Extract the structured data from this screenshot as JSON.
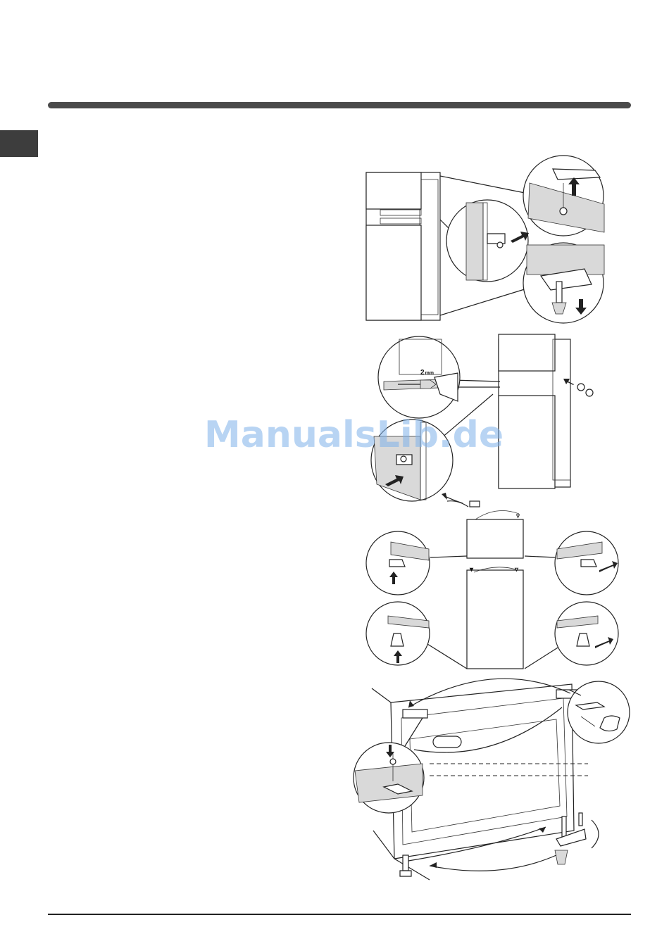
{
  "watermark": {
    "text": "ManualsLib.de"
  },
  "figures": {
    "step2": {
      "measure_value": "2",
      "measure_unit": "mm"
    }
  }
}
